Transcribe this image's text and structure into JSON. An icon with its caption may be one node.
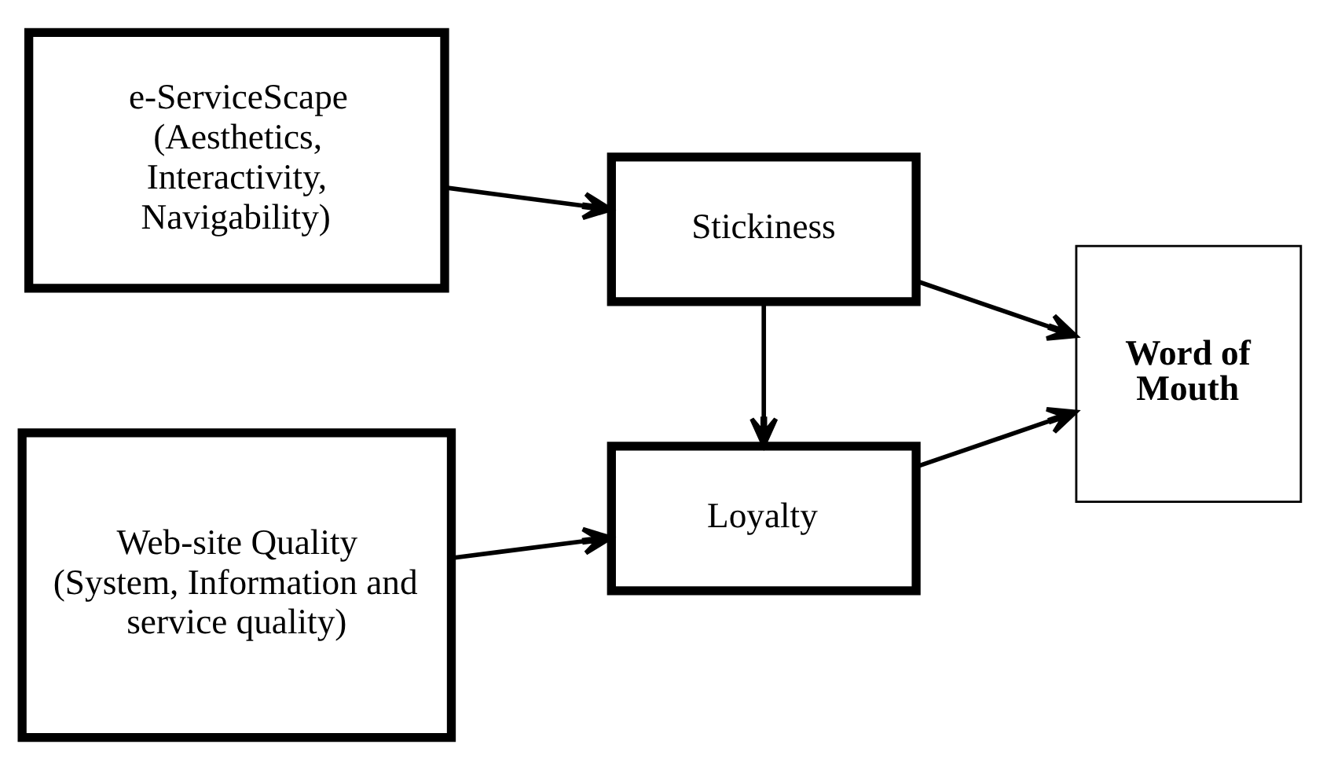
{
  "diagram": {
    "nodes": [
      {
        "text": [
          "e-ServiceScape",
          "(Aesthetics, Interactivity, Navigability)"
        ]
      },
      {
        "text": [
          "Stickiness"
        ]
      },
      {
        "text": [
          "Web-site Quality",
          "(System, Information and service quality)"
        ]
      },
      {
        "text": [
          "Loyalty"
        ]
      },
      {
        "text": [
          "Word of Mouth"
        ]
      }
    ],
    "edges": [
      {
        "from": 0,
        "to": 1,
        "arrow": "to"
      },
      {
        "from": 1,
        "to": 4,
        "arrow": "to"
      },
      {
        "from": 1,
        "to": 3,
        "arrow": "to"
      },
      {
        "from": 2,
        "to": 3,
        "arrow": "to"
      },
      {
        "from": 3,
        "to": 4,
        "arrow": "to"
      }
    ]
  }
}
